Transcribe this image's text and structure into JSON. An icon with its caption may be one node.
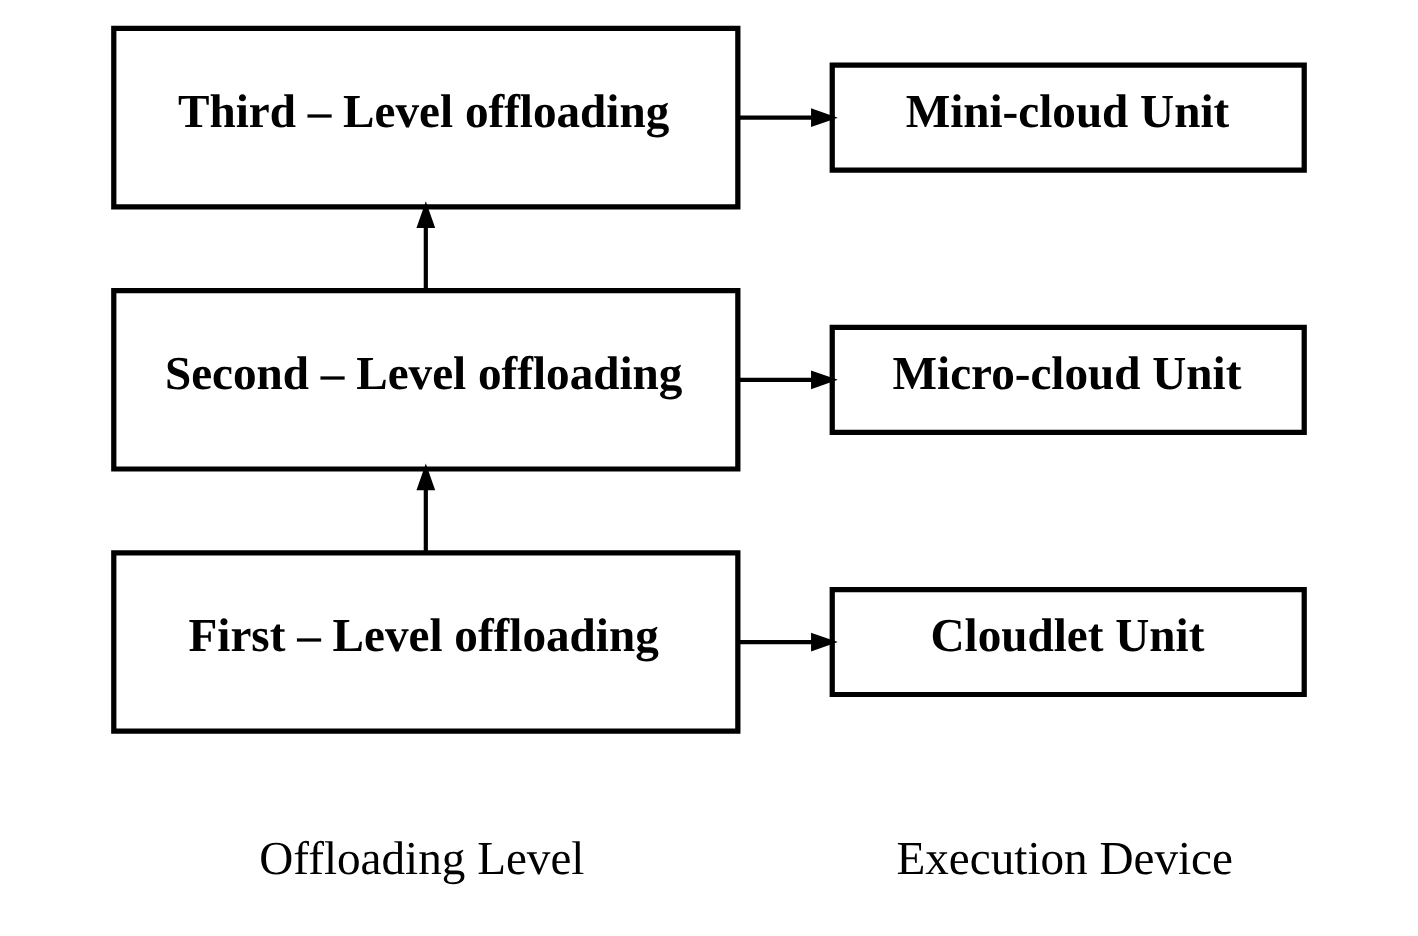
{
  "diagram": {
    "nodes": [
      {
        "text": [
          "Third – Level offloading"
        ]
      },
      {
        "text": [
          "Mini-cloud Unit"
        ]
      },
      {
        "text": [
          "Second – Level offloading"
        ]
      },
      {
        "text": [
          "Micro-cloud Unit"
        ]
      },
      {
        "text": [
          "First – Level offloading"
        ]
      },
      {
        "text": [
          "Cloudlet Unit"
        ]
      }
    ],
    "edges": [
      {
        "from": 0,
        "to": 1,
        "arrow": "to"
      },
      {
        "from": 2,
        "to": 3,
        "arrow": "to"
      },
      {
        "from": 4,
        "to": 5,
        "arrow": "to"
      },
      {
        "from": 4,
        "to": 2,
        "arrow": "to"
      },
      {
        "from": 2,
        "to": 0,
        "arrow": "to"
      }
    ],
    "labels": [
      "Offloading Level",
      "Execution Device"
    ]
  }
}
